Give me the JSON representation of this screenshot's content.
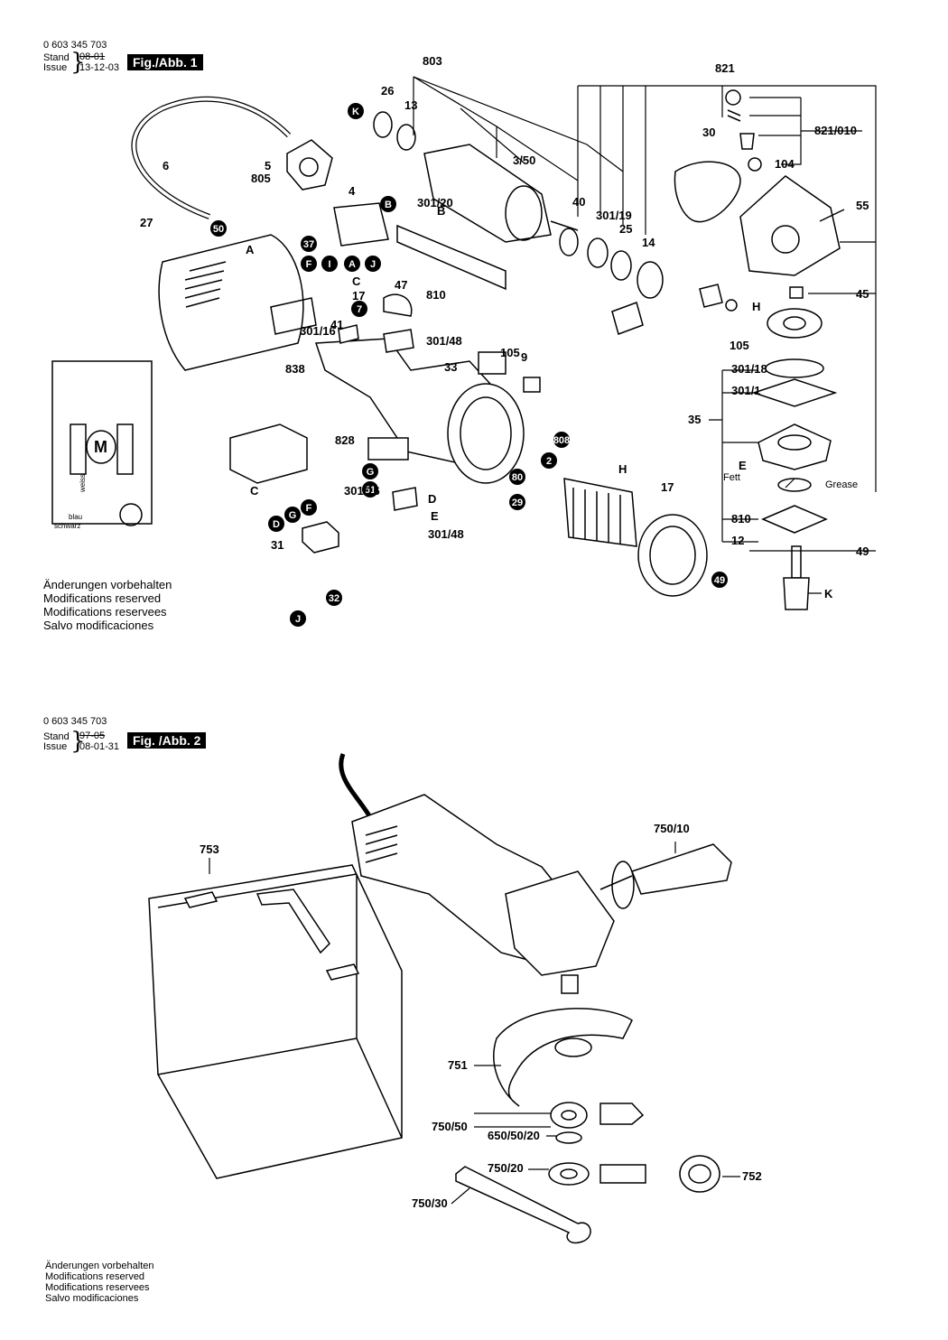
{
  "fig1": {
    "doc_number": "0 603 345 703",
    "stand_label": "Stand",
    "issue_label": "Issue",
    "stand_value": "08-01",
    "issue_value": "13-12-03",
    "fig_tag": "Fig./Abb. 1",
    "notes": [
      "Änderungen vorbehalten",
      "Modifications reserved",
      "Modifications reservees",
      "Salvo modificaciones"
    ],
    "part_labels": [
      "803",
      "821",
      "26",
      "13",
      "821/010",
      "30",
      "K",
      "3/50",
      "104",
      "6",
      "5",
      "805",
      "4",
      "B",
      "301/20",
      "40",
      "55",
      "B",
      "301/19",
      "27",
      "50",
      "A",
      "25",
      "14",
      "37",
      "F",
      "I",
      "A",
      "J",
      "C",
      "47",
      "810",
      "17",
      "7",
      "H",
      "45",
      "41",
      "301/48",
      "301/16",
      "105",
      "838",
      "105",
      "9",
      "301/18",
      "33",
      "301/1",
      "35",
      "828",
      "808",
      "H",
      "2",
      "G",
      "E",
      "Fett",
      "Grease",
      "80",
      "C",
      "51",
      "D",
      "301/16",
      "17",
      "29",
      "D",
      "G",
      "F",
      "E",
      "301/48",
      "810",
      "31",
      "12",
      "49",
      "49",
      "K",
      "32",
      "J",
      "I"
    ],
    "wire_labels": [
      "weiss",
      "blau",
      "schwarz"
    ],
    "motor_symbol": "M"
  },
  "fig2": {
    "doc_number": "0 603 345 703",
    "stand_label": "Stand",
    "issue_label": "Issue",
    "stand_value": "97-05",
    "issue_value": "08-01-31",
    "fig_tag": "Fig. /Abb. 2",
    "notes": [
      "Änderungen vorbehalten",
      "Modifications reserved",
      "Modifications reservees",
      "Salvo modificaciones"
    ],
    "part_labels": [
      "753",
      "750/10",
      "751",
      "750/50",
      "650/50/20",
      "750/20",
      "752",
      "750/30"
    ]
  }
}
